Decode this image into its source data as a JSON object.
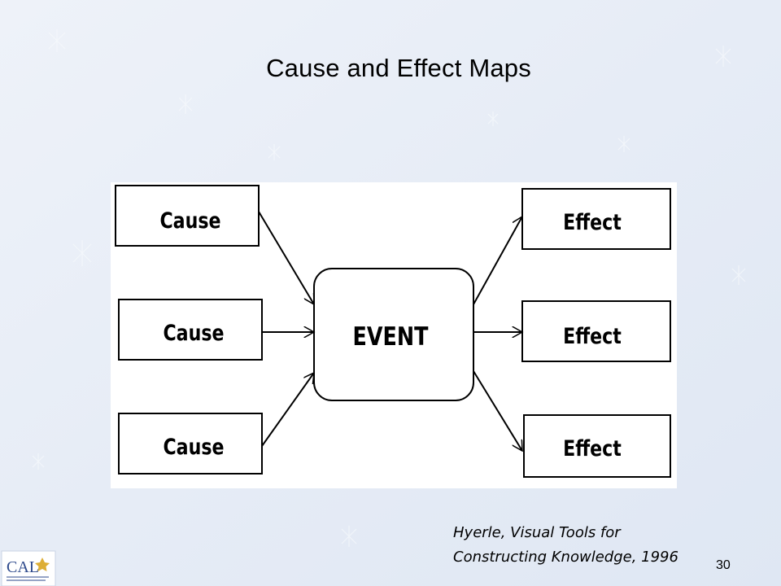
{
  "slide": {
    "title": "Cause and Effect Maps",
    "page_number": "30",
    "citation_line1": "Hyerle, Visual Tools for",
    "citation_line2": "Constructing Knowledge, 1996",
    "logo_text": "CAL"
  },
  "diagram": {
    "causes": [
      "Cause",
      "Cause",
      "Cause"
    ],
    "event": "EVENT",
    "effects": [
      "Effect",
      "Effect",
      "Effect"
    ]
  },
  "colors": {
    "background": "#e8eef7",
    "panel": "#ffffff",
    "stroke": "#000000",
    "logo_blue": "#2e4a8c",
    "logo_gold": "#d9a520"
  }
}
